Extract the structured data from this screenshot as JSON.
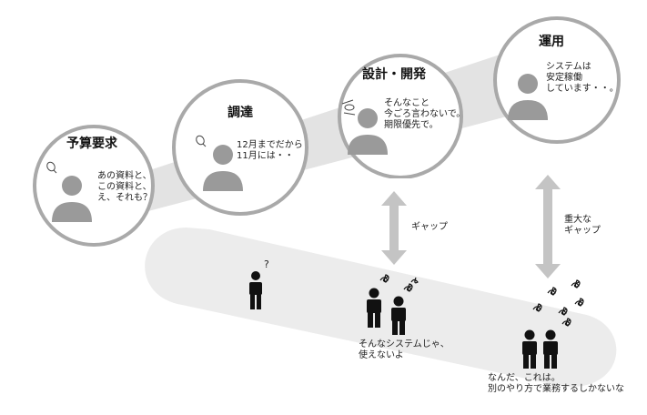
{
  "phases": [
    {
      "title": "予算要求",
      "speech": "あの資料と、\nこの資料と、\nえ、それも？"
    },
    {
      "title": "調達",
      "speech": "12月までだから\n11月には・・"
    },
    {
      "title": "設計・開発",
      "speech": "そんなこと\n今ごろ言わないで。\n期限優先で。"
    },
    {
      "title": "運用",
      "speech": "システムは\n安定稼働\nしています・・。"
    }
  ],
  "gaps": [
    {
      "label": "ギャップ"
    },
    {
      "label": "重大な\nギャップ"
    }
  ],
  "users": {
    "question_mark": "?",
    "complaint_1": "そんなシステムじゃ、\n使えないよ",
    "complaint_2": "なんだ、これは。\n別のやり方で業務するしかないな"
  },
  "colors": {
    "band": "#e3e3e3",
    "lower_band": "#ececec",
    "circle_stroke": "#a9a9a9",
    "person": "#9a9a9a",
    "user": "#111111",
    "arrow": "#c4c4c4"
  },
  "icons": [
    "person-icon",
    "speech-bubble-icon",
    "double-arrow-icon",
    "user-figure-icon",
    "scribble-icon"
  ]
}
